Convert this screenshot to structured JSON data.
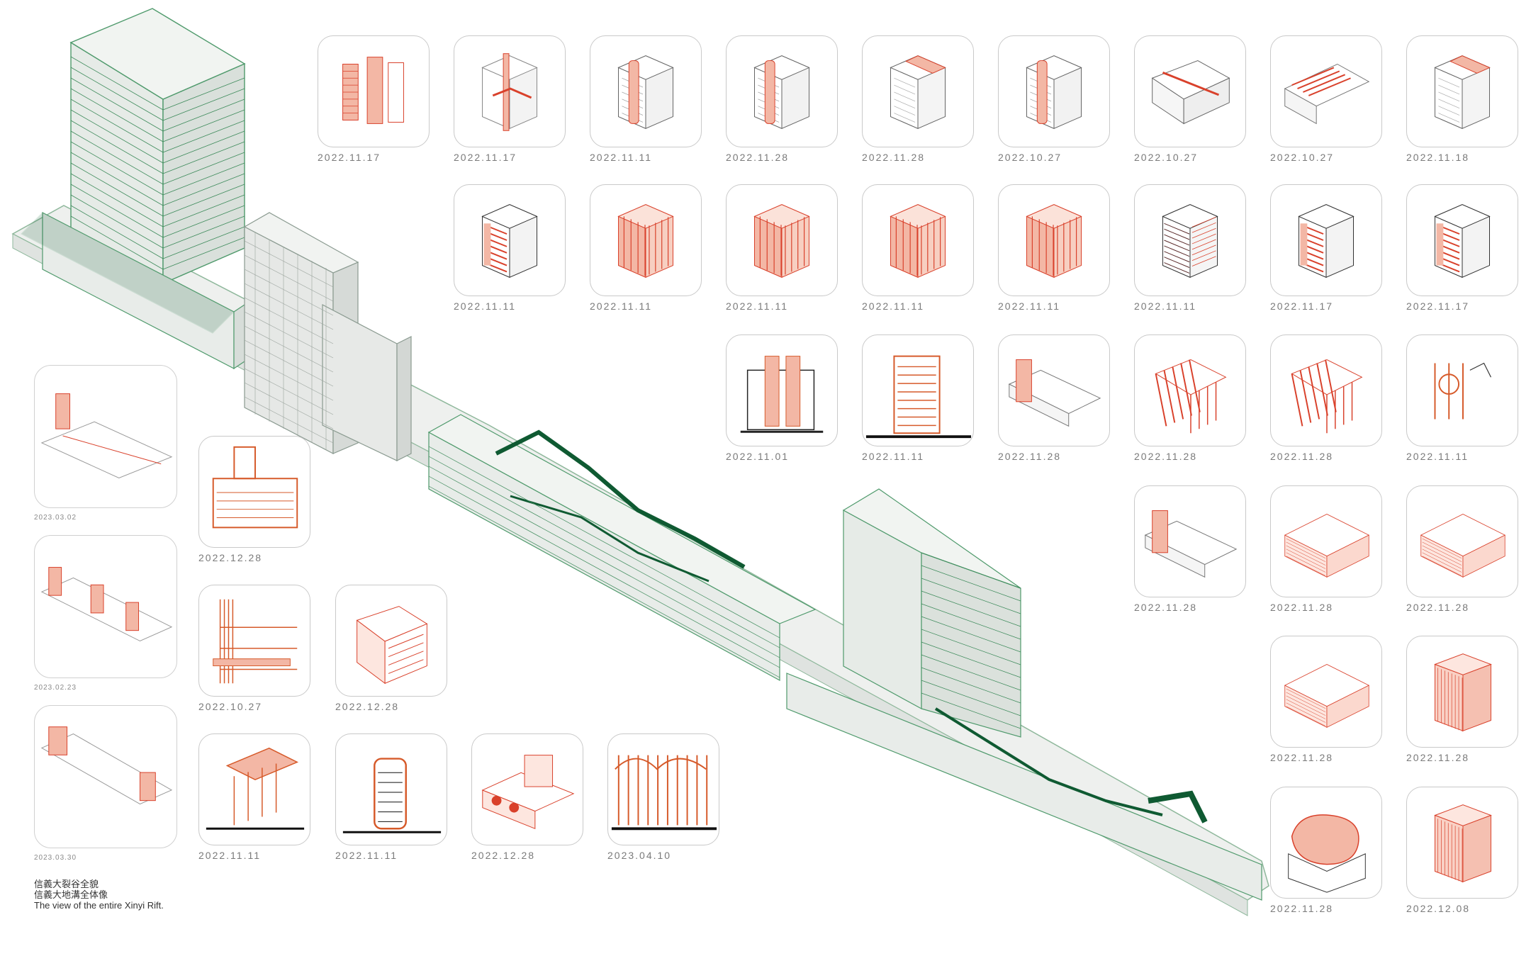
{
  "palette": {
    "green_line": "#3c8a5a",
    "green_dark": "#0f5a32",
    "gray_fill": "#e9ecea",
    "red": "#d9412b",
    "salmon": "#f3b7a5",
    "sketch_orange": "#d65a2a",
    "ink": "#222222"
  },
  "caption": {
    "line1": "信義大裂谷全貌",
    "line2": "信義大地溝全体像",
    "line3": "The view of the entire Xinyi Rift."
  },
  "side_cards": [
    {
      "date": "2023.03.02",
      "variant": "strip-a"
    },
    {
      "date": "2023.02.23",
      "variant": "strip-b"
    },
    {
      "date": "2023.03.30",
      "variant": "strip-c"
    }
  ],
  "sketch_cards": [
    {
      "date": "2022.12.28",
      "variant": "sketch-section"
    },
    {
      "date": "2022.10.27",
      "variant": "sketch-detail"
    },
    {
      "date": "2022.12.28",
      "variant": "model-red"
    },
    {
      "date": "2022.11.11",
      "variant": "sketch-canopy"
    },
    {
      "date": "2022.11.11",
      "variant": "sketch-tower"
    },
    {
      "date": "2022.12.28",
      "variant": "model-block"
    },
    {
      "date": "2023.04.10",
      "variant": "sketch-forest"
    }
  ],
  "grid_cards": [
    {
      "date": "2022.11.17",
      "variant": "towers"
    },
    {
      "date": "2022.11.17",
      "variant": "cube-bridge"
    },
    {
      "date": "2022.11.11",
      "variant": "block-core"
    },
    {
      "date": "2022.11.28",
      "variant": "block-core"
    },
    {
      "date": "2022.11.28",
      "variant": "block-top"
    },
    {
      "date": "2022.10.27",
      "variant": "block-core"
    },
    {
      "date": "2022.10.27",
      "variant": "slab"
    },
    {
      "date": "2022.10.27",
      "variant": "slab-red"
    },
    {
      "date": "2022.11.18",
      "variant": "block-top"
    },
    {
      "date": "2022.11.11",
      "variant": "cube-red"
    },
    {
      "date": "2022.11.11",
      "variant": "cube-frame"
    },
    {
      "date": "2022.11.11",
      "variant": "cube-frame"
    },
    {
      "date": "2022.11.11",
      "variant": "cube-frame"
    },
    {
      "date": "2022.11.11",
      "variant": "cube-frame"
    },
    {
      "date": "2022.11.11",
      "variant": "cube-lines"
    },
    {
      "date": "2022.11.17",
      "variant": "cube-red"
    },
    {
      "date": "2022.11.17",
      "variant": "cube-red"
    },
    {
      "date": "2022.11.01",
      "variant": "hand-section"
    },
    {
      "date": "2022.11.11",
      "variant": "hand-tower"
    },
    {
      "date": "2022.11.28",
      "variant": "long-block"
    },
    {
      "date": "2022.11.28",
      "variant": "stair"
    },
    {
      "date": "2022.11.28",
      "variant": "stair"
    },
    {
      "date": "2022.11.11",
      "variant": "hand-notes"
    },
    {
      "date": "2022.11.28",
      "variant": "long-block"
    },
    {
      "date": "2022.11.28",
      "variant": "mesh"
    },
    {
      "date": "2022.11.28",
      "variant": "mesh"
    },
    {
      "date": "2022.11.28",
      "variant": "mesh"
    },
    {
      "date": "2022.11.28",
      "variant": "mesh-tower"
    },
    {
      "date": "2022.11.28",
      "variant": "blob"
    },
    {
      "date": "2022.12.08",
      "variant": "mesh-tower"
    }
  ]
}
